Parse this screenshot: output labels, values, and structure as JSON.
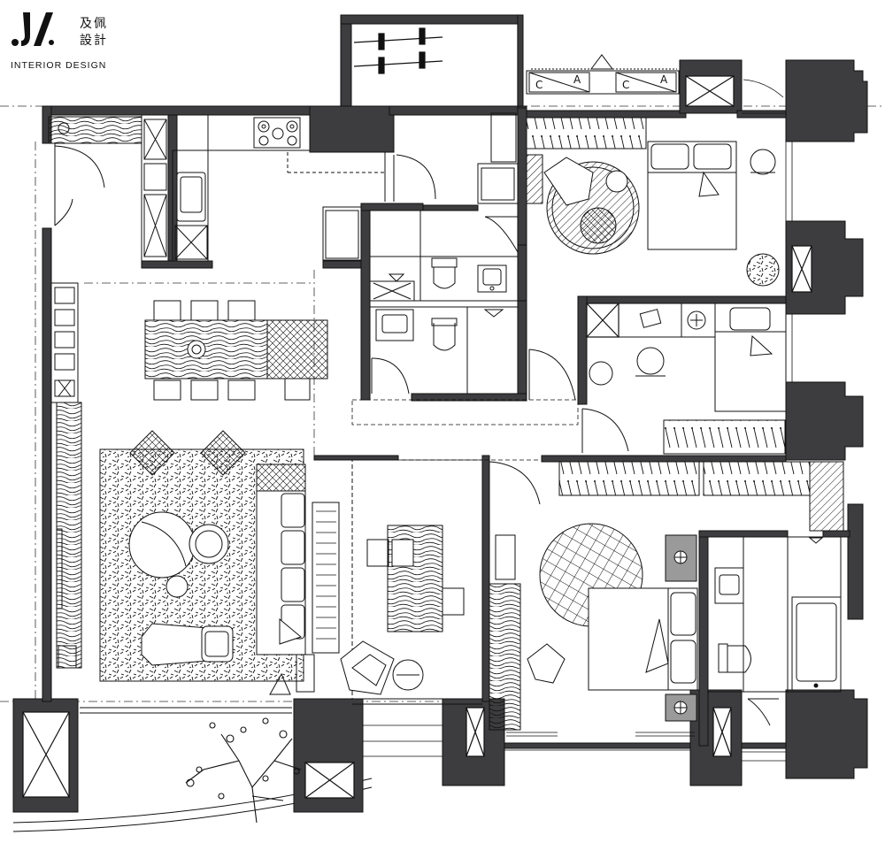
{
  "brand": {
    "mark": "J/",
    "name_line1": "及佩",
    "name_line2": "設計",
    "tagline": "INTERIOR DESIGN"
  },
  "cabinet_labels": {
    "left": [
      "C",
      "A"
    ],
    "right": [
      "C",
      "A"
    ]
  },
  "colors": {
    "wall": "#3d3d3f",
    "line": "#111111",
    "paper": "#ffffff"
  }
}
